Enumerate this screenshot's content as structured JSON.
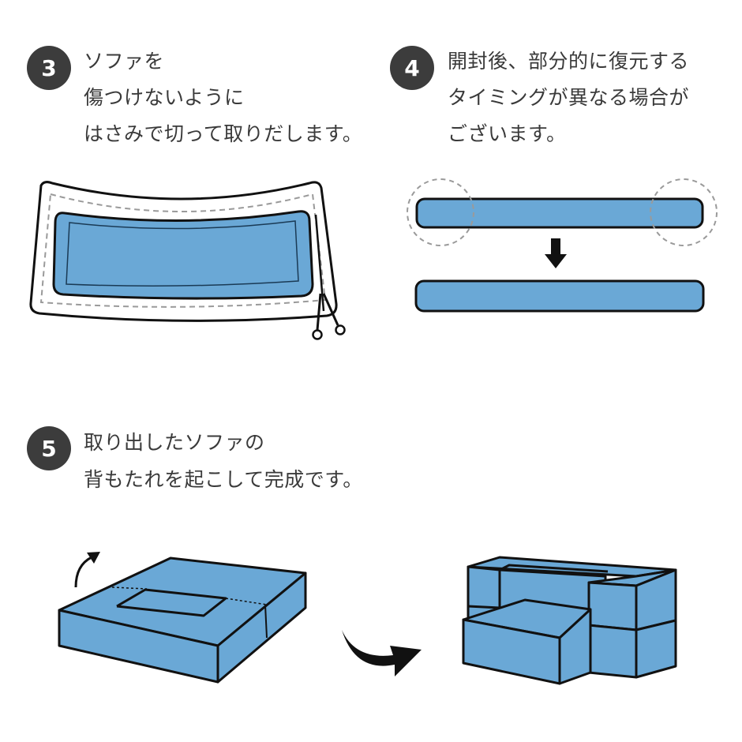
{
  "colors": {
    "badge": "#3c3c3c",
    "cushion": "#6aa8d6",
    "outline": "#111111",
    "dashed": "#9a9a9a"
  },
  "steps": [
    {
      "number": "3",
      "lines": [
        "ソファを",
        "傷つけないように",
        "はさみで切って取りだします。"
      ],
      "illustration": "sofa-in-bag-cut-with-scissors"
    },
    {
      "number": "4",
      "lines": [
        "開封後、部分的に復元する",
        "タイミングが異なる場合が",
        "ございます。"
      ],
      "illustration": "cushion-ends-restoring"
    },
    {
      "number": "5",
      "lines": [
        "取り出したソファの",
        "背もたれを起こして完成です。"
      ],
      "illustration": "fold-up-backrest-to-sofa"
    }
  ],
  "icons": [
    "scissors-icon",
    "down-arrow-icon",
    "curved-arrow-icon",
    "rotate-arrow-icon"
  ]
}
